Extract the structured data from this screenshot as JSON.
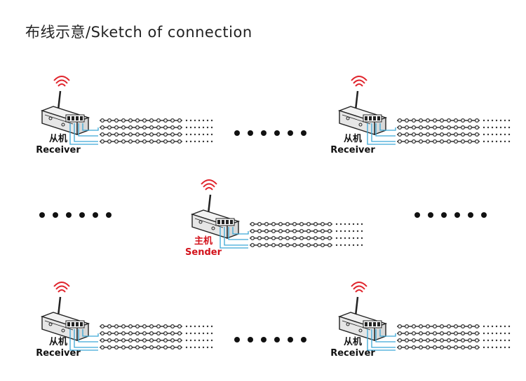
{
  "title": "布线示意/Sketch of connection",
  "units": {
    "receiver": {
      "cn": "从机",
      "en": "Receiver"
    },
    "sender": {
      "cn": "主机",
      "en": "Sender"
    }
  },
  "colors": {
    "wire": "#3aa7d6",
    "signal": "#e0232b",
    "sender_label": "#d3121b",
    "device": "#222222",
    "strip": "#333333"
  }
}
